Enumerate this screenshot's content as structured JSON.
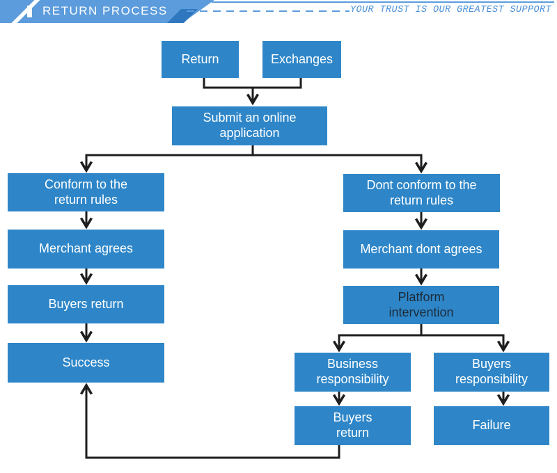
{
  "header": {
    "title": "RETURN PROCESS",
    "slogan": "YOUR TRUST IS OUR GREATEST SUPPORT"
  },
  "colors": {
    "box_blue": "#2E86C8",
    "banner_blue": "#5C9CDC",
    "banner_accent_blue": "#2F78C0",
    "connector_dark": "#1E1E1E",
    "slogan_blue": "#4A90D8",
    "platform_text_dark": "#1C2B39"
  },
  "nodes": {
    "return": {
      "label": "Return"
    },
    "exchanges": {
      "label": "Exchanges"
    },
    "submit": {
      "label": "Submit an online\napplication"
    },
    "conform": {
      "label": "Conform to the\nreturn rules"
    },
    "merchant_agrees": {
      "label": "Merchant agrees"
    },
    "buyers_return": {
      "label": "Buyers return"
    },
    "success": {
      "label": "Success"
    },
    "dont_conform": {
      "label": "Dont conform to the\nreturn rules"
    },
    "merchant_dont_agrees": {
      "label": "Merchant dont agrees"
    },
    "platform_intervention": {
      "label": "Platform\nintervention"
    },
    "business_responsibility": {
      "label": "Business\nresponsibility"
    },
    "buyers_responsibility": {
      "label": "Buyers\nresponsibility"
    },
    "buyers_return_2": {
      "label": "Buyers\nreturn"
    },
    "failure": {
      "label": "Failure"
    }
  },
  "edges": [
    {
      "from": "return",
      "to": "submit"
    },
    {
      "from": "exchanges",
      "to": "submit"
    },
    {
      "from": "submit",
      "to": "conform"
    },
    {
      "from": "submit",
      "to": "dont_conform"
    },
    {
      "from": "conform",
      "to": "merchant_agrees"
    },
    {
      "from": "merchant_agrees",
      "to": "buyers_return"
    },
    {
      "from": "buyers_return",
      "to": "success"
    },
    {
      "from": "dont_conform",
      "to": "merchant_dont_agrees"
    },
    {
      "from": "merchant_dont_agrees",
      "to": "platform_intervention"
    },
    {
      "from": "platform_intervention",
      "to": "business_responsibility"
    },
    {
      "from": "platform_intervention",
      "to": "buyers_responsibility"
    },
    {
      "from": "business_responsibility",
      "to": "buyers_return_2"
    },
    {
      "from": "buyers_responsibility",
      "to": "failure"
    },
    {
      "from": "buyers_return_2",
      "to": "success"
    }
  ]
}
